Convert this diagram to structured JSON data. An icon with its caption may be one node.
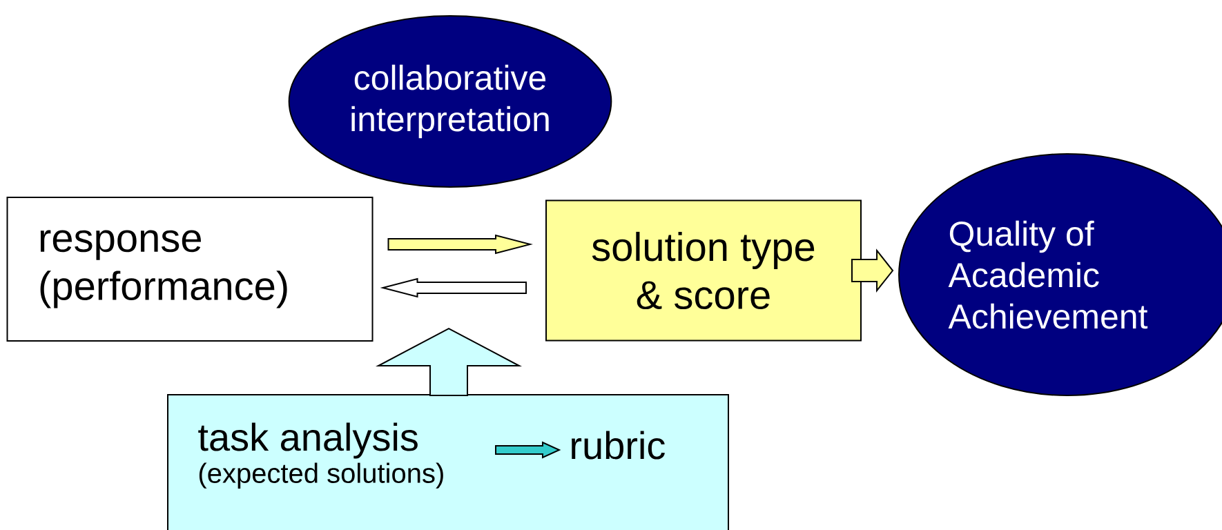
{
  "diagram": {
    "nodes": [
      {
        "text": [
          "collaborative interpretation"
        ]
      },
      {
        "text": [
          "response (performance)"
        ]
      },
      {
        "text": [
          "solution type & score"
        ]
      },
      {
        "text": [
          "Quality of Academic Achievement"
        ]
      },
      {
        "text": [],
        "shape": "box"
      },
      {
        "text": [
          "task analysis",
          "(expected solutions)"
        ],
        "in": 4
      },
      {
        "text": [
          "rubric"
        ],
        "in": 4
      }
    ],
    "edges": [
      {
        "from": 1,
        "to": 2,
        "arrow": "to",
        "color": "#ffff99"
      },
      {
        "from": 2,
        "to": 1,
        "arrow": "to",
        "color": "#ffffff"
      },
      {
        "from": 2,
        "to": 3,
        "arrow": "to",
        "color": "#ffff99"
      },
      {
        "from": 4,
        "to": null,
        "arrow": "to",
        "color": "#ccffff"
      },
      {
        "from": 5,
        "to": 6,
        "arrow": "to",
        "color": "#33cccc"
      }
    ]
  }
}
